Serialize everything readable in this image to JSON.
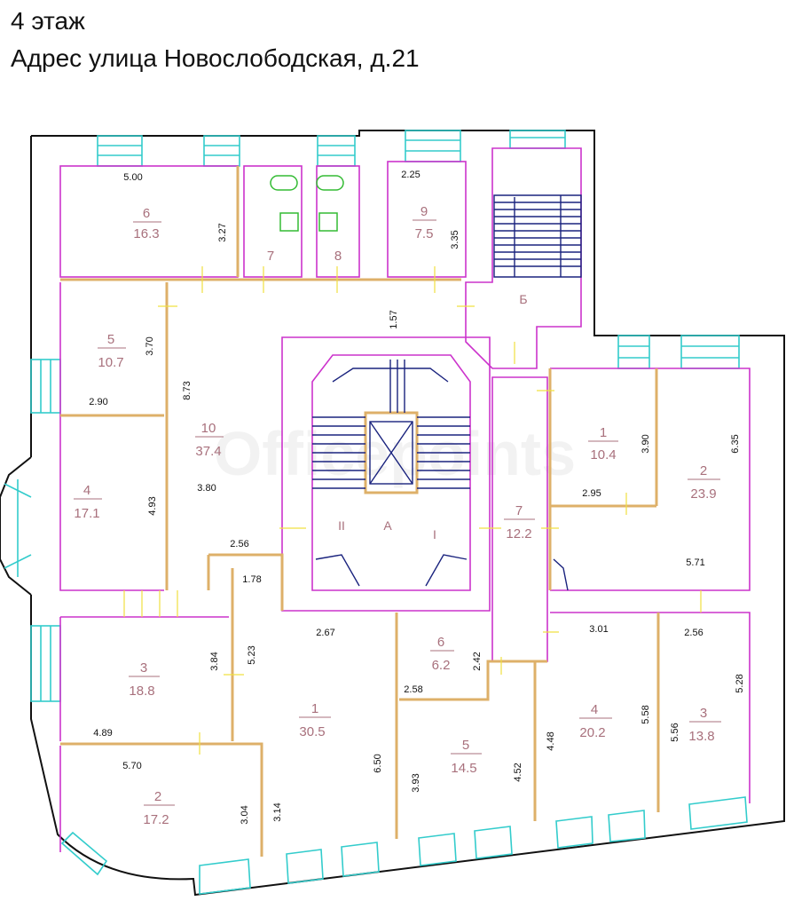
{
  "header": {
    "floor": "4 этаж",
    "address": "Адрес улица Новослободская, д.21"
  },
  "watermark": "Officepoints",
  "rooms": {
    "r6": {
      "number": "6",
      "area": "16.3"
    },
    "r7wc": {
      "number": "7"
    },
    "r8wc": {
      "number": "8"
    },
    "r9": {
      "number": "9",
      "area": "7.5"
    },
    "r5": {
      "number": "5",
      "area": "10.7"
    },
    "r10": {
      "number": "10",
      "area": "37.4"
    },
    "r4": {
      "number": "4",
      "area": "17.1"
    },
    "r1e": {
      "number": "1",
      "area": "10.4"
    },
    "r2e": {
      "number": "2",
      "area": "23.9"
    },
    "r7c": {
      "number": "7",
      "area": "12.2"
    },
    "r3s": {
      "number": "3",
      "area": "18.8"
    },
    "r2s": {
      "number": "2",
      "area": "17.2"
    },
    "r1s": {
      "number": "1",
      "area": "30.5"
    },
    "r6s": {
      "number": "6",
      "area": "6.2"
    },
    "r5s": {
      "number": "5",
      "area": "14.5"
    },
    "r4s": {
      "number": "4",
      "area": "20.2"
    },
    "r3se": {
      "number": "3",
      "area": "13.8"
    }
  },
  "stairs": {
    "b": "Б",
    "a": "А",
    "flight_2": "II",
    "flight_1": "I"
  },
  "dims": [
    "5.00",
    "3.27",
    "2.25",
    "3.35",
    "1.57",
    "3.70",
    "2.90",
    "8.73",
    "3.80",
    "4.93",
    "2.56",
    "1.78",
    "3.90",
    "2.95",
    "6.35",
    "5.71",
    "3.84",
    "5.23",
    "4.89",
    "5.70",
    "3.04",
    "3.14",
    "2.67",
    "6.50",
    "2.42",
    "2.58",
    "3.93",
    "4.52",
    "3.01",
    "4.48",
    "5.58",
    "2.56",
    "5.56",
    "5.28"
  ]
}
